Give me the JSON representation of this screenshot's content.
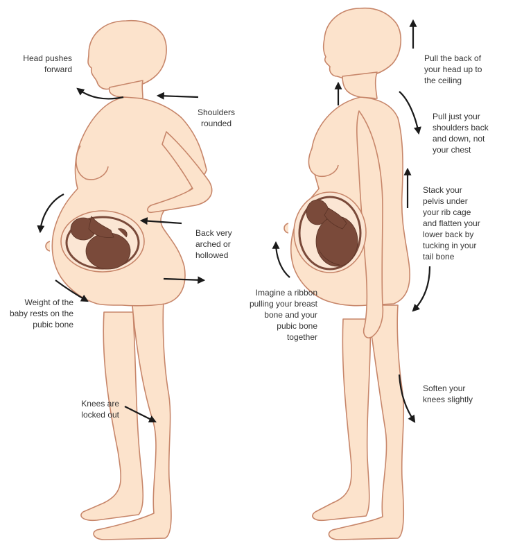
{
  "colors": {
    "skin": "#fce3cc",
    "outline": "#c7866a",
    "baby": "#7a4a3a",
    "arrow": "#1a1a1a",
    "text": "#333333"
  },
  "figures": {
    "left": {
      "name": "poor-posture-figure"
    },
    "right": {
      "name": "good-posture-figure"
    }
  },
  "labels": {
    "head_pushes": [
      "Head pushes",
      "forward"
    ],
    "shoulders_rounded": [
      "Shoulders",
      "rounded"
    ],
    "back_arched": [
      "Back very",
      "arched or",
      "hollowed"
    ],
    "weight_baby": [
      "Weight of the",
      "baby rests on the",
      "pubic bone"
    ],
    "knees_locked": [
      "Knees are",
      "locked out"
    ],
    "pull_head": [
      "Pull the back of",
      "your head up to",
      "the ceiling"
    ],
    "pull_shoulders": [
      "Pull just your",
      "shoulders back",
      "and down, not",
      "your chest"
    ],
    "stack_pelvis": [
      "Stack your",
      "pelvis under",
      "your rib cage",
      "and flatten your",
      "lower back by",
      "tucking in your",
      "tail bone"
    ],
    "ribbon": [
      "Imagine a ribbon",
      "pulling your breast",
      "bone and your",
      "pubic bone",
      "together"
    ],
    "soften_knees": [
      "Soften your",
      "knees slightly"
    ]
  }
}
